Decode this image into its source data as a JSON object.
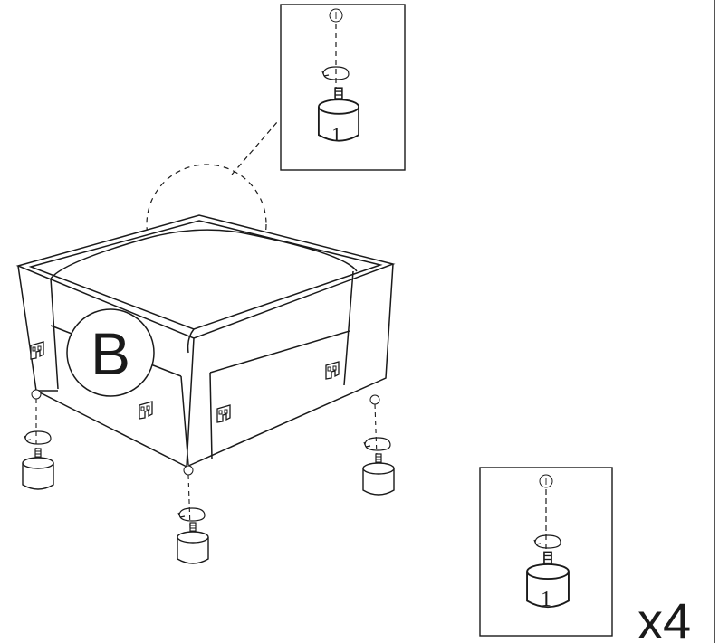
{
  "page": {
    "section_label": "B",
    "part_number": "1",
    "quantity_label": "x4"
  },
  "detail_top": {
    "part_number": "1",
    "step_symbol": "①"
  },
  "detail_bottom": {
    "part_number": "1",
    "step_symbol": "①"
  },
  "icons": {
    "rotate": "rotate-arrow-icon",
    "foot": "screw-foot-icon",
    "bracket": "bracket-icon"
  },
  "colors": {
    "ink": "#1a1a1a",
    "background": "#ffffff"
  }
}
